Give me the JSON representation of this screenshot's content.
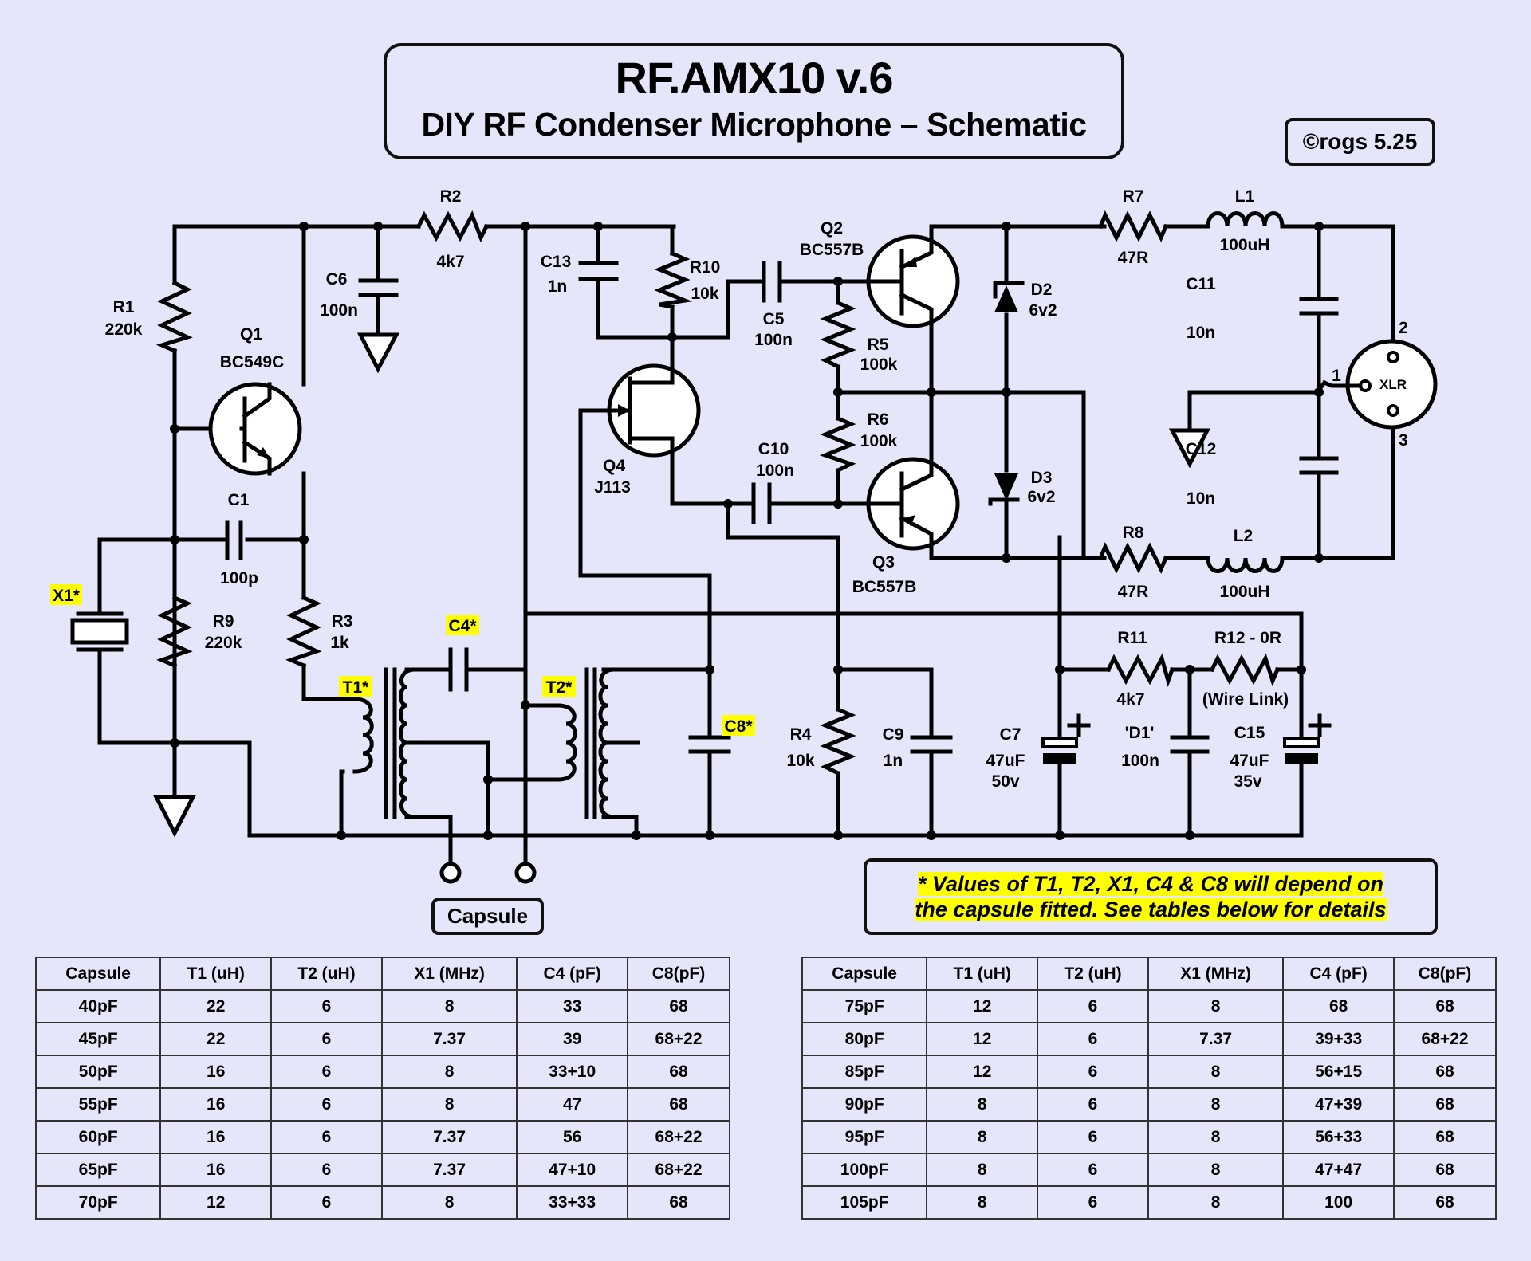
{
  "title": {
    "main": "RF.AMX10 v.6",
    "subtitle": "DIY RF Condenser Microphone – Schematic"
  },
  "copyright": "©rogs 5.25",
  "note": {
    "line1": "* Values of T1, T2, X1, C4 & C8 will depend on",
    "line2": "the capsule fitted. See tables below for details"
  },
  "capsule_label": "Capsule",
  "components": {
    "R1": {
      "ref": "R1",
      "value": "220k"
    },
    "R2": {
      "ref": "R2",
      "value": "4k7"
    },
    "R3": {
      "ref": "R3",
      "value": "1k"
    },
    "R4": {
      "ref": "R4",
      "value": "10k"
    },
    "R5": {
      "ref": "R5",
      "value": "100k"
    },
    "R6": {
      "ref": "R6",
      "value": "100k"
    },
    "R7": {
      "ref": "R7",
      "value": "47R"
    },
    "R8": {
      "ref": "R8",
      "value": "47R"
    },
    "R9": {
      "ref": "R9",
      "value": "220k"
    },
    "R10": {
      "ref": "R10",
      "value": "10k"
    },
    "R11": {
      "ref": "R11",
      "value": "4k7"
    },
    "R12": {
      "ref": "R12 - 0R",
      "value": "(Wire Link)"
    },
    "C1": {
      "ref": "C1",
      "value": "100p"
    },
    "C4": {
      "ref": "C4*"
    },
    "C5": {
      "ref": "C5",
      "value": "100n"
    },
    "C6": {
      "ref": "C6",
      "value": "100n"
    },
    "C7": {
      "ref": "C7",
      "value": "47uF",
      "rating": "50v"
    },
    "C8": {
      "ref": "C8*"
    },
    "C9": {
      "ref": "C9",
      "value": "1n"
    },
    "C10": {
      "ref": "C10",
      "value": "100n"
    },
    "C11": {
      "ref": "C11",
      "value": "10n"
    },
    "C12": {
      "ref": "C12",
      "value": "10n"
    },
    "C13": {
      "ref": "C13",
      "value": "1n"
    },
    "C15": {
      "ref": "C15",
      "value": "47uF",
      "rating": "35v"
    },
    "D1": {
      "ref": "'D1'",
      "value": "100n"
    },
    "D2": {
      "ref": "D2",
      "value": "6v2"
    },
    "D3": {
      "ref": "D3",
      "value": "6v2"
    },
    "L1": {
      "ref": "L1",
      "value": "100uH"
    },
    "L2": {
      "ref": "L2",
      "value": "100uH"
    },
    "Q1": {
      "ref": "Q1",
      "value": "BC549C"
    },
    "Q2": {
      "ref": "Q2",
      "value": "BC557B"
    },
    "Q3": {
      "ref": "Q3",
      "value": "BC557B"
    },
    "Q4": {
      "ref": "Q4",
      "value": "J113"
    },
    "T1": {
      "ref": "T1*"
    },
    "T2": {
      "ref": "T2*"
    },
    "X1": {
      "ref": "X1*"
    },
    "XLR": {
      "ref": "XLR",
      "pin1": "1",
      "pin2": "2",
      "pin3": "3"
    }
  },
  "tables": [
    {
      "headers": [
        "Capsule",
        "T1 (uH)",
        "T2 (uH)",
        "X1 (MHz)",
        "C4 (pF)",
        "C8(pF)"
      ],
      "rows": [
        [
          "40pF",
          "22",
          "6",
          "8",
          "33",
          "68"
        ],
        [
          "45pF",
          "22",
          "6",
          "7.37",
          "39",
          "68+22"
        ],
        [
          "50pF",
          "16",
          "6",
          "8",
          "33+10",
          "68"
        ],
        [
          "55pF",
          "16",
          "6",
          "8",
          "47",
          "68"
        ],
        [
          "60pF",
          "16",
          "6",
          "7.37",
          "56",
          "68+22"
        ],
        [
          "65pF",
          "16",
          "6",
          "7.37",
          "47+10",
          "68+22"
        ],
        [
          "70pF",
          "12",
          "6",
          "8",
          "33+33",
          "68"
        ]
      ]
    },
    {
      "headers": [
        "Capsule",
        "T1 (uH)",
        "T2 (uH)",
        "X1 (MHz)",
        "C4 (pF)",
        "C8(pF)"
      ],
      "rows": [
        [
          "75pF",
          "12",
          "6",
          "8",
          "68",
          "68"
        ],
        [
          "80pF",
          "12",
          "6",
          "7.37",
          "39+33",
          "68+22"
        ],
        [
          "85pF",
          "12",
          "6",
          "8",
          "56+15",
          "68"
        ],
        [
          "90pF",
          "8",
          "6",
          "8",
          "47+39",
          "68"
        ],
        [
          "95pF",
          "8",
          "6",
          "8",
          "56+33",
          "68"
        ],
        [
          "100pF",
          "8",
          "6",
          "8",
          "47+47",
          "68"
        ],
        [
          "105pF",
          "8",
          "6",
          "8",
          "100",
          "68"
        ]
      ]
    }
  ],
  "colors": {
    "background": "#e6e6fa",
    "highlight": "#ffff00",
    "ink": "#000000"
  }
}
